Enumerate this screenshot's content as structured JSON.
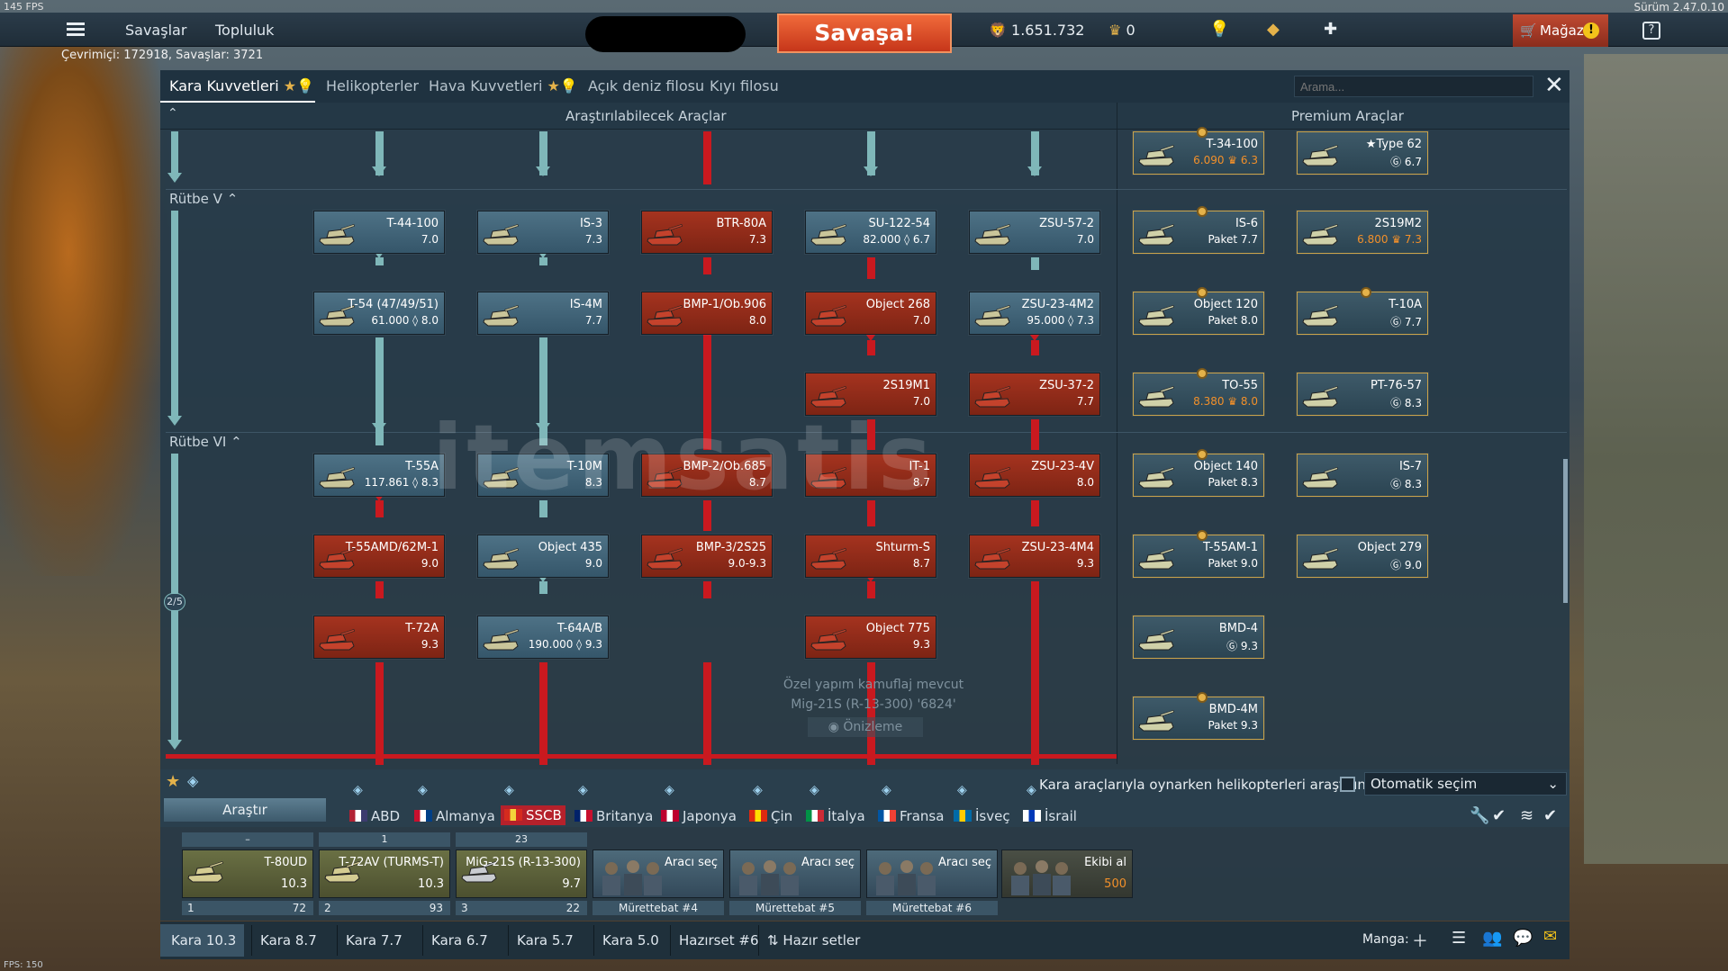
{
  "fps_top": "145 FPS",
  "fps_bottom": "FPS: 150",
  "version": "Sürüm 2.47.0.10",
  "nav": {
    "battles": "Savaşlar",
    "community": "Topluluk",
    "battle_button": "Savaşa!"
  },
  "resources": {
    "silver": "1.651.732",
    "gold": "0"
  },
  "shop": {
    "label": "Mağaza",
    "warn": "!"
  },
  "help": "?",
  "online": "Çevrimiçi: 172918, Savaşlar: 3721",
  "tabs": [
    "Kara Kuvvetleri",
    "Helikopterler",
    "Hava Kuvvetleri",
    "Açık deniz filosu",
    "Kıyı filosu"
  ],
  "search_placeholder": "Arama...",
  "close": "✕",
  "headers": {
    "researchable": "Araştırılabilecek Araçlar",
    "premium": "Premium Araçlar"
  },
  "ranks": {
    "r5": "Rütbe V",
    "r6": "Rütbe VI",
    "progress": "2/5"
  },
  "vehicles": [
    {
      "name": "T-44-100",
      "sub": "7.0",
      "style": "blue"
    },
    {
      "name": "IS-3",
      "sub": "7.3",
      "style": "blue"
    },
    {
      "name": "BTR-80A",
      "sub": "7.3",
      "style": "red"
    },
    {
      "name": "SU-122-54",
      "sub": "82.000 ◊ 6.7",
      "style": "blue"
    },
    {
      "name": "ZSU-57-2",
      "sub": "7.0",
      "style": "blue"
    },
    {
      "name": "T-54 (47/49/51)",
      "sub": "61.000 ◊ 8.0",
      "style": "blue"
    },
    {
      "name": "IS-4M",
      "sub": "7.7",
      "style": "blue"
    },
    {
      "name": "BMP-1/Ob.906",
      "sub": "8.0",
      "style": "red"
    },
    {
      "name": "Object 268",
      "sub": "7.0",
      "style": "red"
    },
    {
      "name": "ZSU-23-4M2",
      "sub": "95.000 ◊ 7.3",
      "style": "blue"
    },
    {
      "name": "2S19M1",
      "sub": "7.0",
      "style": "red"
    },
    {
      "name": "ZSU-37-2",
      "sub": "7.7",
      "style": "red"
    },
    {
      "name": "T-55A",
      "sub": "117.861 ◊ 8.3",
      "style": "blue"
    },
    {
      "name": "T-10M",
      "sub": "8.3",
      "style": "blue"
    },
    {
      "name": "BMP-2/Ob.685",
      "sub": "8.7",
      "style": "red"
    },
    {
      "name": "IT-1",
      "sub": "8.7",
      "style": "red"
    },
    {
      "name": "ZSU-23-4V",
      "sub": "8.0",
      "style": "red"
    },
    {
      "name": "T-55AMD/62M-1",
      "sub": "9.0",
      "style": "red"
    },
    {
      "name": "Object 435",
      "sub": "9.0",
      "style": "blue"
    },
    {
      "name": "BMP-3/2S25",
      "sub": "9.0-9.3",
      "style": "red"
    },
    {
      "name": "Shturm-S",
      "sub": "8.7",
      "style": "red"
    },
    {
      "name": "ZSU-23-4M4",
      "sub": "9.3",
      "style": "red"
    },
    {
      "name": "T-72A",
      "sub": "9.3",
      "style": "red"
    },
    {
      "name": "T-64A/B",
      "sub": "190.000 ◊ 9.3",
      "style": "blue"
    },
    {
      "name": "Object 775",
      "sub": "9.3",
      "style": "red"
    }
  ],
  "premium": [
    {
      "name": "T-34-100",
      "sub": "6.090 ♛ 6.3"
    },
    {
      "name": "★Type 62",
      "sub": "Ⓖ 6.7"
    },
    {
      "name": "IS-6",
      "sub": "Paket 7.7"
    },
    {
      "name": "2S19M2",
      "sub": "6.800 ♛ 7.3"
    },
    {
      "name": "Object 120",
      "sub": "Paket 8.0"
    },
    {
      "name": "T-10A",
      "sub": "Ⓖ 7.7"
    },
    {
      "name": "TO-55",
      "sub": "8.380 ♛ 8.0"
    },
    {
      "name": "PT-76-57",
      "sub": "Ⓖ 8.3"
    },
    {
      "name": "Object 140",
      "sub": "Paket 8.3"
    },
    {
      "name": "IS-7",
      "sub": "Ⓖ 8.3"
    },
    {
      "name": "T-55AM-1",
      "sub": "Paket 9.0"
    },
    {
      "name": "Object 279",
      "sub": "Ⓖ 9.0"
    },
    {
      "name": "BMD-4",
      "sub": "Ⓖ 9.3"
    },
    {
      "name": "BMD-4M",
      "sub": "Paket 9.3"
    }
  ],
  "camo": {
    "line1": "Özel yapım kamuflaj mevcut",
    "line2": "Mig-21S (R-13-300) '6824'",
    "preview": "Önizleme"
  },
  "research_button": "Araştır",
  "nations": [
    "ABD",
    "Almanya",
    "SSCB",
    "Britanya",
    "Japonya",
    "Çin",
    "İtalya",
    "Fransa",
    "İsveç",
    "İsrail"
  ],
  "heli_text": "Kara araçlarıyla oynarken helikopterleri araştırın",
  "auto_select": "Otomatik seçim",
  "crew": [
    {
      "top": "–",
      "name": "T-80UD",
      "br": "10.3",
      "slot": "1",
      "count": "72"
    },
    {
      "top": "1",
      "name": "T-72AV (TURMS-T)",
      "br": "10.3",
      "slot": "2",
      "count": "93"
    },
    {
      "top": "23",
      "name": "MiG-21S (R-13-300)",
      "br": "9.7",
      "slot": "3",
      "count": "22"
    },
    {
      "name": "Aracı seç",
      "bottom": "Mürettebat #4"
    },
    {
      "name": "Aracı seç",
      "bottom": "Mürettebat #5"
    },
    {
      "name": "Aracı seç",
      "bottom": "Mürettebat #6"
    },
    {
      "name": "Ekibi al",
      "price": "500"
    }
  ],
  "presets": [
    "Kara 10.3",
    "Kara 8.7",
    "Kara 7.7",
    "Kara 6.7",
    "Kara 5.7",
    "Kara 5.0",
    "Hazırset #6",
    "Hazır setler"
  ],
  "manga": "Manga:",
  "watermark": "itemsatis"
}
